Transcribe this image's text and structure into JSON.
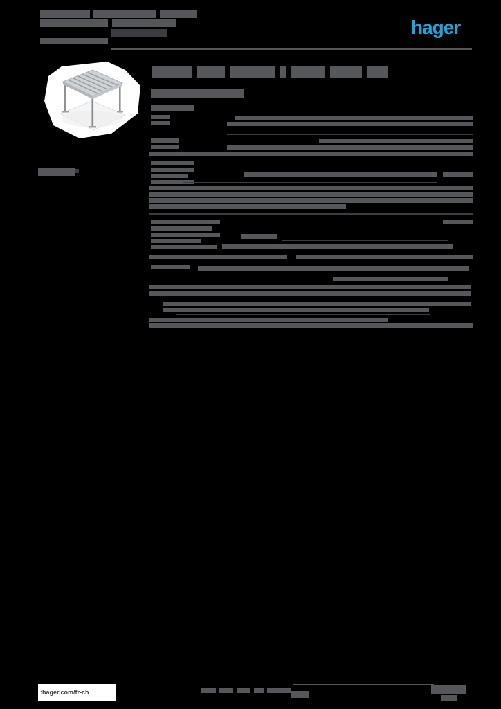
{
  "colors": {
    "background": "#000000",
    "bar": "#56575a",
    "bar_dark": "#3c3d40",
    "accent": "#18a8e1",
    "white": "#ffffff",
    "url_text": "#3c3d3f"
  },
  "header": {
    "logo_text": "hager",
    "text_bars": [
      [
        58,
        15,
        72,
        11
      ],
      [
        135,
        15,
        91,
        11
      ],
      [
        231,
        15,
        53,
        11
      ],
      [
        58,
        28,
        98,
        11
      ],
      [
        162,
        28,
        93,
        11
      ],
      [
        160,
        42,
        82,
        11,
        "d"
      ],
      [
        58,
        55,
        98,
        9
      ]
    ],
    "rule": [
      160,
      69,
      522,
      3
    ]
  },
  "left_column": {
    "ref_bars": [
      [
        55,
        243,
        53,
        11
      ],
      [
        109,
        244,
        5,
        6,
        "d"
      ]
    ]
  },
  "content": {
    "title_bars": [
      [
        220,
        96,
        58,
        16
      ],
      [
        285,
        96,
        40,
        16
      ],
      [
        332,
        96,
        66,
        16
      ],
      [
        405,
        96,
        8,
        16
      ],
      [
        420,
        96,
        50,
        16
      ],
      [
        477,
        96,
        46,
        16
      ],
      [
        530,
        96,
        30,
        16
      ]
    ],
    "subtitle_bars": [
      [
        218,
        129,
        134,
        13
      ]
    ],
    "section_heading_bars": [
      [
        218,
        151,
        63,
        9
      ]
    ],
    "table_bars": [
      [
        218,
        166,
        28,
        6
      ],
      [
        218,
        175,
        28,
        6
      ],
      [
        340,
        167,
        343,
        6
      ],
      [
        328,
        176,
        355,
        6
      ],
      [
        328,
        193,
        355,
        2,
        "d"
      ],
      [
        218,
        200,
        40,
        6
      ],
      [
        218,
        209,
        40,
        6
      ],
      [
        461,
        201,
        222,
        6
      ],
      [
        328,
        210,
        355,
        6
      ],
      [
        215,
        219,
        468,
        7
      ],
      [
        218,
        233,
        62,
        6
      ],
      [
        218,
        242,
        62,
        6
      ],
      [
        218,
        251,
        54,
        6
      ],
      [
        218,
        260,
        62,
        6
      ],
      [
        352,
        248,
        280,
        7
      ],
      [
        640,
        248,
        43,
        7
      ],
      [
        265,
        263,
        367,
        2,
        "d"
      ],
      [
        215,
        268,
        468,
        7
      ],
      [
        215,
        277,
        468,
        7
      ],
      [
        215,
        286,
        468,
        7
      ],
      [
        215,
        295,
        285,
        7
      ],
      [
        215,
        308,
        468,
        2,
        "d"
      ],
      [
        218,
        318,
        100,
        6
      ],
      [
        640,
        318,
        43,
        6
      ],
      [
        218,
        327,
        88,
        6
      ],
      [
        218,
        336,
        100,
        6
      ],
      [
        218,
        345,
        72,
        6
      ],
      [
        218,
        354,
        96,
        6
      ],
      [
        348,
        338,
        52,
        7
      ],
      [
        408,
        346,
        240,
        2,
        "d"
      ],
      [
        321,
        352,
        334,
        7
      ],
      [
        215,
        368,
        200,
        6
      ],
      [
        428,
        368,
        255,
        6
      ],
      [
        218,
        383,
        57,
        6
      ],
      [
        286,
        384,
        392,
        8
      ],
      [
        481,
        400,
        167,
        6
      ],
      [
        215,
        412,
        466,
        6
      ],
      [
        215,
        421,
        466,
        6
      ],
      [
        236,
        436,
        444,
        6
      ],
      [
        236,
        445,
        384,
        6
      ],
      [
        255,
        453,
        366,
        2,
        "d"
      ],
      [
        215,
        459,
        345,
        6
      ],
      [
        215,
        466,
        468,
        8
      ]
    ]
  },
  "footer": {
    "site_url": ":hager.com/fr-ch",
    "hairline": [
      423,
      988,
      204,
      2
    ],
    "center_bars": [
      [
        290,
        993,
        22,
        8
      ],
      [
        317,
        993,
        20,
        8
      ],
      [
        342,
        993,
        20,
        8
      ],
      [
        367,
        993,
        14,
        8
      ],
      [
        386,
        993,
        34,
        8
      ],
      [
        420,
        998,
        27,
        10
      ]
    ],
    "page_bars": [
      [
        623,
        990,
        50,
        13
      ],
      [
        637,
        1004,
        23,
        9
      ]
    ]
  }
}
